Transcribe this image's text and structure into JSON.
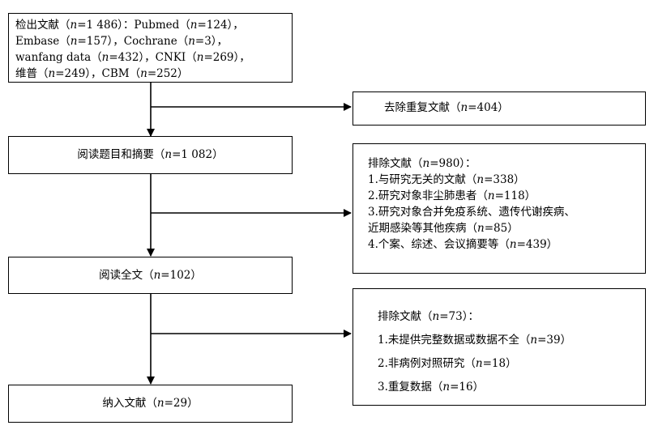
{
  "flow": {
    "search": {
      "lines": [
        "检出文献（n=1 486）：Pubmed（n=124），",
        "Embase（n=157），Cochrane（n=3），",
        "wanfang data（n=432），CNKI（n=269），",
        "维普（n=249），CBM（n=252）"
      ]
    },
    "dedup": {
      "text": "去除重复文献（n=404）"
    },
    "screen": {
      "text": "阅读题目和摘要（n=1 082）"
    },
    "exclude1": {
      "lines": [
        "排除文献（n=980）：",
        "1.与研究无关的文献（n=338）",
        "2.研究对象非尘肺患者（n=118）",
        "3.研究对象合并免疫系统、遗传代谢疾病、",
        "近期感染等其他疾病（n=85）",
        "4.个案、综述、会议摘要等（n=439）"
      ]
    },
    "fulltext": {
      "text": "阅读全文（n=102）"
    },
    "exclude2": {
      "lines": [
        "排除文献（n=73）：",
        "1.未提供完整数据或数据不全（n=39）",
        "2.非病例对照研究（n=18）",
        "3.重复数据（n=16）"
      ]
    },
    "included": {
      "text": "纳入文献（n=29）"
    }
  }
}
